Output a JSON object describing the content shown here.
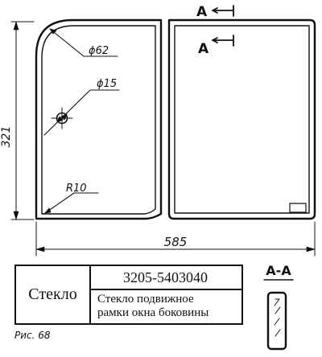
{
  "drawing": {
    "section_marker_top": "A",
    "section_marker_mid": "A",
    "dim_diameter_large": "ϕ62",
    "dim_diameter_small": "ϕ15",
    "dim_radius": "R10",
    "dim_height": "321",
    "dim_width": "585",
    "section_title": "A-A"
  },
  "title_block": {
    "name": "Стекло",
    "part_number": "3205-5403040",
    "description_line1": "Стекло подвижное",
    "description_line2": "рамки окна боковины"
  },
  "caption": "Рис. 68"
}
